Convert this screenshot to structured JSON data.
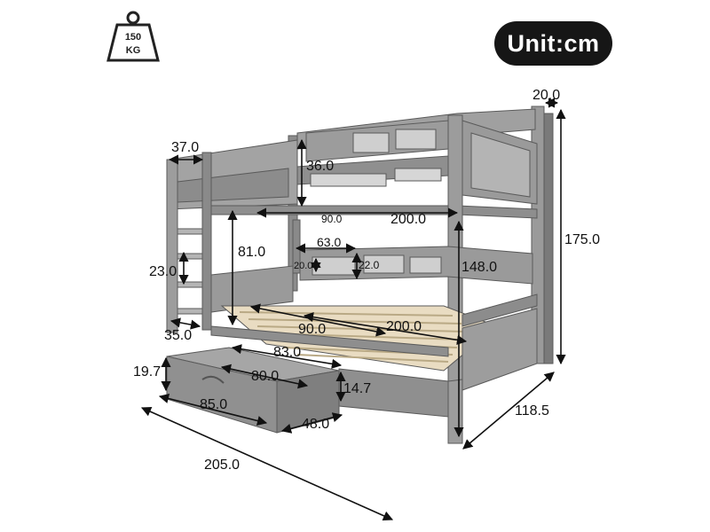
{
  "badge": {
    "unit_label": "Unit:cm"
  },
  "weight_icon": {
    "value": "150",
    "unit": "KG"
  },
  "dimensions": {
    "top_depth": "20.0",
    "ladder_width": "37.0",
    "guardrail_height": "36.0",
    "total_height": "175.0",
    "upper_width": "90.0",
    "upper_length": "200.0",
    "clearance_height": "81.0",
    "shelf_length": "63.0",
    "shelf_depth": "20.0",
    "shelf_height": "22.0",
    "step_spacing": "23.0",
    "lower_shelf_height": "148.0",
    "ladder_depth": "35.0",
    "lower_width": "90.0",
    "lower_length": "200.0",
    "drawer_inner_width": "83.0",
    "drawer_height_left": "19.7",
    "drawer_length": "80.0",
    "drawer_height_right": "14.7",
    "drawer_width": "85.0",
    "drawer_depth": "48.0",
    "overall_width": "118.5",
    "overall_length": "205.0"
  },
  "colors": {
    "frame": "#8c8c8c",
    "frame_dark": "#6e6e6e",
    "frame_light": "#a9a9a9",
    "slat": "#e9dcc2",
    "line": "#111111"
  }
}
